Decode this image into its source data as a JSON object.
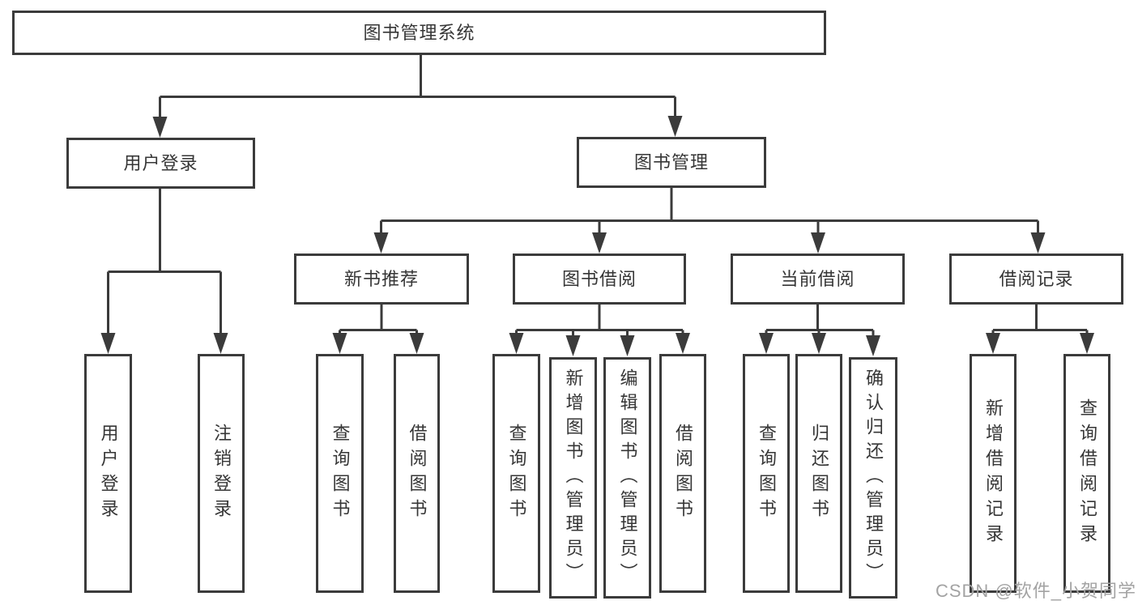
{
  "diagram": {
    "root": {
      "label": "图书管理系统"
    },
    "level2": [
      {
        "label": "用户登录"
      },
      {
        "label": "图书管理"
      }
    ],
    "level3": [
      {
        "label": "新书推荐"
      },
      {
        "label": "图书借阅"
      },
      {
        "label": "当前借阅"
      },
      {
        "label": "借阅记录"
      }
    ],
    "leaves": [
      {
        "label": "用户登录"
      },
      {
        "label": "注销登录"
      },
      {
        "label": "查询图书"
      },
      {
        "label": "借阅图书"
      },
      {
        "label": "查询图书"
      },
      {
        "label": "新增图书（管理员）"
      },
      {
        "label": "编辑图书（管理员）"
      },
      {
        "label": "借阅图书"
      },
      {
        "label": "查询图书"
      },
      {
        "label": "归还图书"
      },
      {
        "label": "确认归还（管理员）"
      },
      {
        "label": "新增借阅记录"
      },
      {
        "label": "查询借阅记录"
      }
    ],
    "colors": {
      "line": "#3b3b3b",
      "text": "#363636",
      "background": "#ffffff",
      "watermark": "#a3a3a3"
    }
  },
  "watermark": {
    "text": "CSDN @软件_小贺同学"
  }
}
